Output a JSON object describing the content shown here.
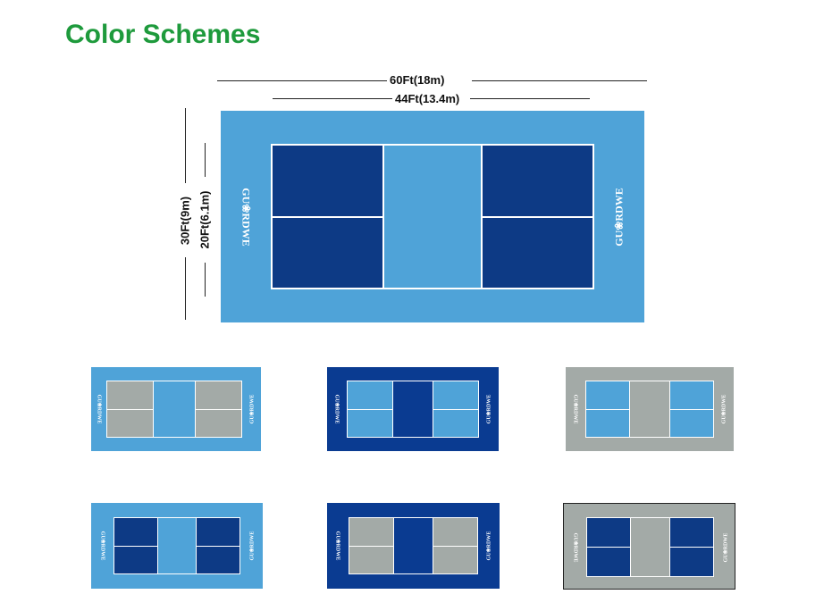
{
  "page": {
    "title": "Color Schemes"
  },
  "dimensions": {
    "total_length": "60Ft(18m)",
    "court_length": "44Ft(13.4m)",
    "total_width": "30Ft(9m)",
    "court_width": "20Ft(6.1m)"
  },
  "brand": {
    "name": "GU❀RDWE"
  },
  "colors": {
    "title": "#1e9a3c",
    "light_blue": "#4fa3d8",
    "dark_blue": "#0d3a85",
    "royal_blue": "#0a3b91",
    "gray": "#a3aaa7",
    "line": "#ffffff"
  },
  "schemes": [
    {
      "name": "main",
      "surround": "light_blue",
      "boxes": "dark_blue",
      "kitchen": "light_blue"
    },
    {
      "surround": "light_blue",
      "boxes": "gray",
      "kitchen": "light_blue"
    },
    {
      "surround": "royal_blue",
      "boxes": "light_blue",
      "kitchen": "royal_blue"
    },
    {
      "surround": "gray",
      "boxes": "light_blue",
      "kitchen": "gray"
    },
    {
      "surround": "light_blue",
      "boxes": "dark_blue",
      "kitchen": "light_blue"
    },
    {
      "surround": "royal_blue",
      "boxes": "gray",
      "kitchen": "royal_blue"
    },
    {
      "surround": "gray",
      "boxes": "dark_blue",
      "kitchen": "gray"
    }
  ]
}
